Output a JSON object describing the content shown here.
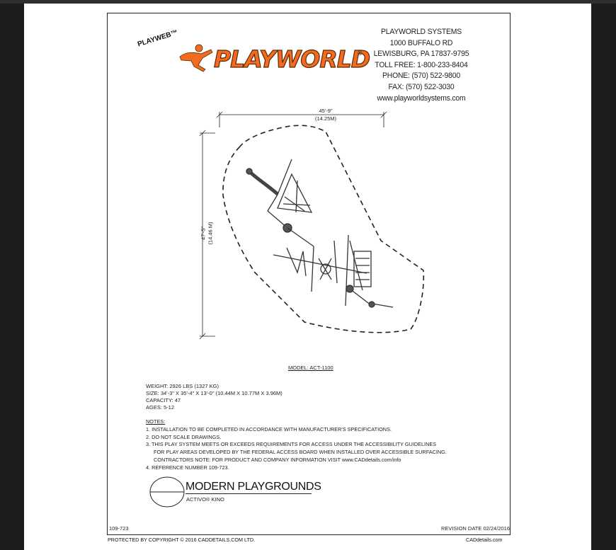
{
  "brand": {
    "logo_text": "PLAYWORLD",
    "registered_mark": "®",
    "playweb": "PLAYWEB™",
    "logo_color": "#f26b21"
  },
  "company": {
    "lines": [
      "PLAYWORLD SYSTEMS",
      "1000 BUFFALO RD",
      "LEWISBURG, PA 17837-9795",
      "TOLL FREE: 1-800-233-8404",
      "PHONE: (570) 522-9800",
      "FAX: (570) 522-3030",
      "www.playworldsystems.com"
    ]
  },
  "dimensions": {
    "width_ft": "45'-9\"",
    "width_m": "(14.25M)",
    "height_ft": "47'-5\"",
    "height_m": "(14.46 M)"
  },
  "model": "MODEL: ACT-1100",
  "specs": [
    "WEIGHT: 2926 LBS (1327 KG)",
    "SIZE: 34'-3\" X 35'-4\" X 13'-0\" (10.44M X 10.77M X 3.96M)",
    "CAPACITY: 47",
    "AGES: 5-12"
  ],
  "notes": {
    "heading": "NOTES:",
    "lines": [
      "1.  INSTALLATION TO BE COMPLETED IN ACCORDANCE WITH MANUFACTURER'S SPECIFICATIONS.",
      "2.  DO NOT SCALE DRAWINGS.",
      "3.  THIS PLAY SYSTEM MEETS OR EXCEEDS REQUIREMENTS FOR ACCESS UNDER THE ACCESSIBILITY GUIDELINES",
      "FOR PLAY AREAS DEVELOPED BY THE FEDERAL ACCESS BOARD WHEN INSTALLED OVER ACCESSIBLE SURFACING.",
      "CONTRACTORS NOTE: FOR PRODUCT AND COMPANY INFORMATION VISIT www.CADdetails.com/info",
      "4.  REFERENCE NUMBER 109-723."
    ]
  },
  "collection": {
    "title": "MODERN PLAYGROUNDS",
    "subtitle": "ACTIVO® KINO"
  },
  "footer": {
    "ref": "109-723",
    "revision": "REVISION DATE 02/24/2016",
    "copyright": "PROTECTED BY COPYRIGHT © 2016 CADDETAILS.COM LTD.",
    "site": "CADdetails.com"
  }
}
